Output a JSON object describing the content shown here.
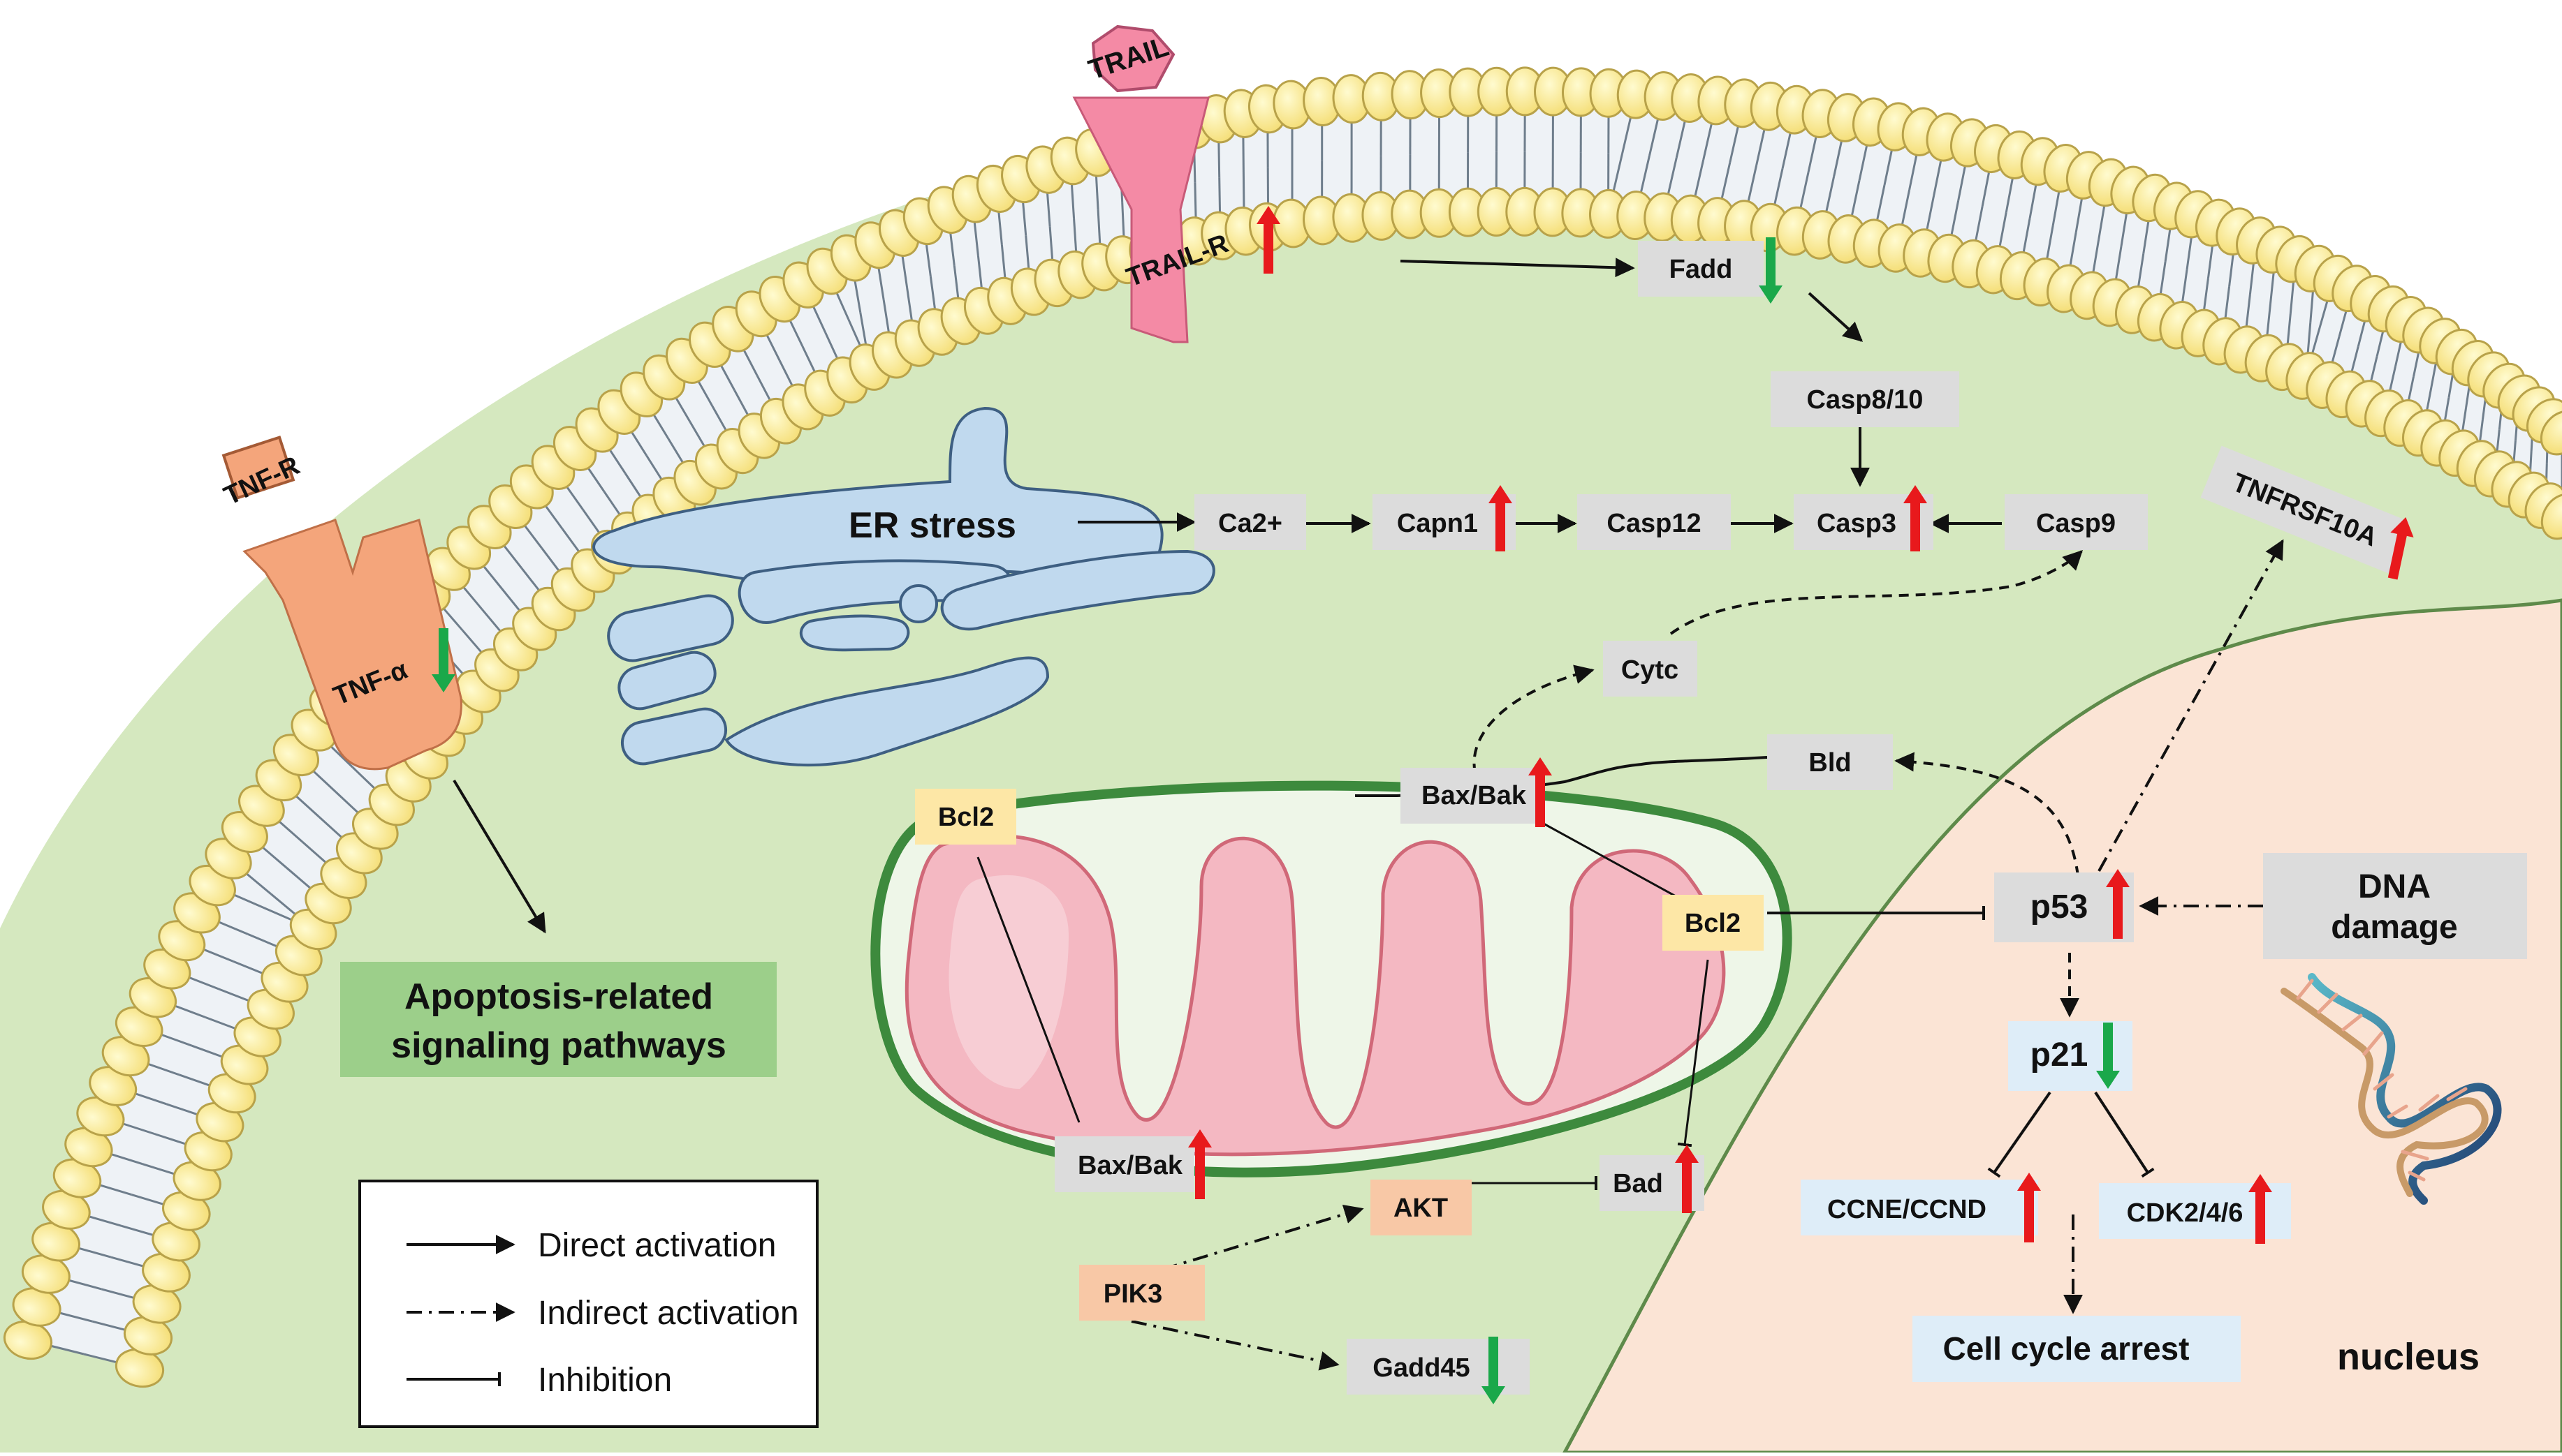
{
  "labels": {
    "trail": "TRAIL",
    "trail_r": "TRAIL-R",
    "tnf_r": "TNF-R",
    "tnf_a": "TNF-α",
    "er_stress": "ER stress",
    "nucleus": "nucleus",
    "dna_damage_line1": "DNA",
    "dna_damage_line2": "damage",
    "apoptosis_line1": "Apoptosis-related",
    "apoptosis_line2": "signaling pathways"
  },
  "nodes": {
    "fadd": "Fadd",
    "casp8_10": "Casp8/10",
    "ca2": "Ca2+",
    "capn1": "Capn1",
    "casp12": "Casp12",
    "casp3": "Casp3",
    "casp9": "Casp9",
    "tnfrsf10a": "TNFRSF10A",
    "cytc": "Cytc",
    "bid": "Bld",
    "bax_bak_top": "Bax/Bak",
    "bcl2_left": "Bcl2",
    "bcl2_right": "Bcl2",
    "p53": "p53",
    "p21": "p21",
    "ccne_ccnd": "CCNE/CCND",
    "cdk": "CDK2/4/6",
    "cell_cycle_arrest": "Cell cycle arrest",
    "bax_bak_bottom": "Bax/Bak",
    "bad": "Bad",
    "akt": "AKT",
    "pik3": "PIK3",
    "gadd45": "Gadd45"
  },
  "legend": {
    "direct": "Direct activation",
    "indirect": "Indirect activation",
    "inhibition": "Inhibition"
  },
  "colors": {
    "up_arrow": "#e8191c",
    "down_arrow": "#1aa84a",
    "cytoplasm": "#d6e9bf",
    "nucleus": "#fbe3d4",
    "gray_box": "#dcdcdc",
    "yellow_box": "#fde7a6",
    "blue_box": "#deedf8",
    "orange_box": "#f8c8a6"
  }
}
